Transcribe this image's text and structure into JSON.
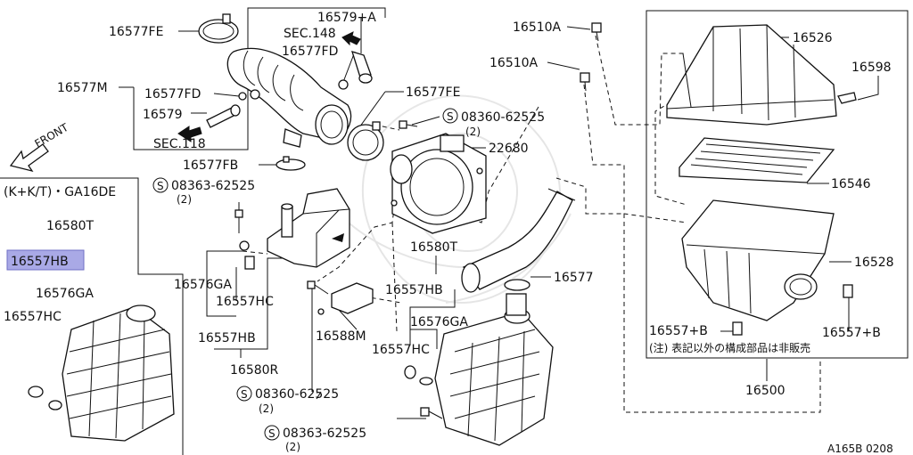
{
  "labels": {
    "l_16577fe_top": "16577FE",
    "l_16579a": "16579+A",
    "l_sec148": "SEC.148",
    "l_16577fd_top": "16577FD",
    "l_16577m": "16577M",
    "l_16577fd_left": "16577FD",
    "l_16579": "16579",
    "l_sec118": "SEC.118",
    "l_16577fe_mid": "16577FE",
    "l_s08360_top": "08360-62525",
    "l_s08360_top_qty": "(2)",
    "l_22680": "22680",
    "l_16577fb": "16577FB",
    "l_s08363_left": "08363-62525",
    "l_s08363_left_qty": "(2)",
    "l_front": "FRONT",
    "l_variant": "(K+K/T)・GA16DE",
    "l_16580t_left": "16580T",
    "l_16557hb_hl": "16557HB",
    "l_16576ga_left": "16576GA",
    "l_16557hc_left": "16557HC",
    "l_16576ga_mid": "16576GA",
    "l_16557hc_mid": "16557HC",
    "l_16557hb_mid": "16557HB",
    "l_16580r": "16580R",
    "l_s08360_bot": "08360-62525",
    "l_s08360_bot_qty": "(2)",
    "l_s08363_bot": "08363-62525",
    "l_s08363_bot_qty": "(2)",
    "l_16580t_mid": "16580T",
    "l_16557hb_r": "16557HB",
    "l_16576ga_r": "16576GA",
    "l_16557hc_r": "16557HC",
    "l_16588m": "16588M",
    "l_16577": "16577",
    "l_16510a_top": "16510A",
    "l_16510a_mid": "16510A",
    "l_16526": "16526",
    "l_16598": "16598",
    "l_16546": "16546",
    "l_16528": "16528",
    "l_16557b_left": "16557+B",
    "l_16557b_right": "16557+B",
    "l_note": "(注) 表記以外の構成部品は非販売",
    "l_16500": "16500",
    "l_code": "A165B 0208"
  },
  "symbols": {
    "screw_prefix": "S"
  },
  "colors": {
    "ink": "#111111",
    "highlight": "#a9a9e6",
    "background": "#ffffff"
  }
}
